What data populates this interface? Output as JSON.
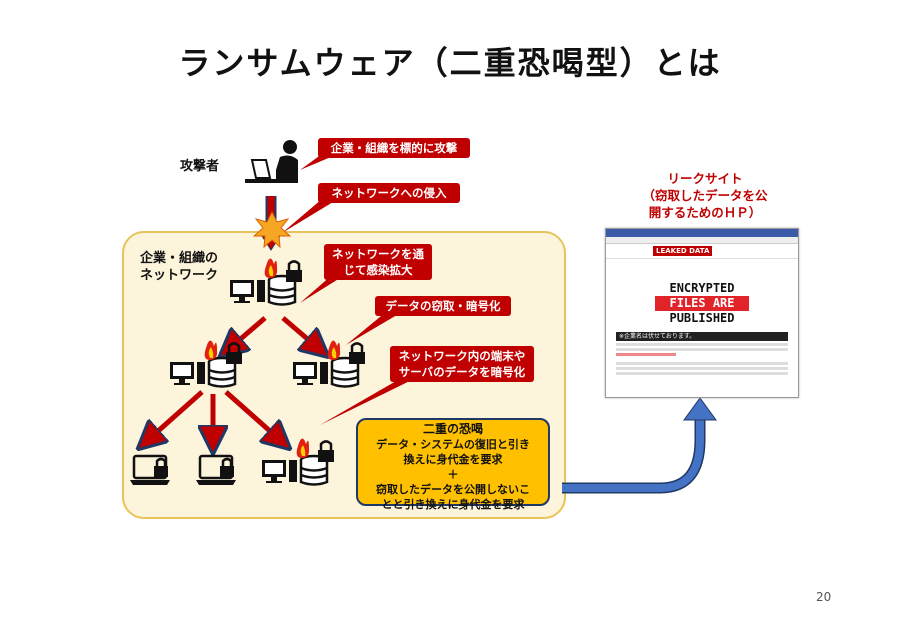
{
  "title": "ランサムウェア（二重恐喝型）とは",
  "attacker_label": "攻撃者",
  "network_label": "企業・組織の\nネットワーク",
  "callouts": [
    "企業・組織を標的に攻撃",
    "ネットワークへの侵入",
    "ネットワークを通\nじて感染拡大",
    "データの窃取・暗号化",
    "ネットワーク内の端末や\nサーバのデータを暗号化"
  ],
  "extortion": {
    "heading": "二重の恐喝",
    "line1": "データ・システムの復旧と引き\n換えに身代金を要求",
    "plus": "＋",
    "line2": "窃取したデータを公開しないこ\nとと引き換えに身代金を要求"
  },
  "leak_site": {
    "label": "リークサイト\n（窃取したデータを公\n開するためのＨＰ）",
    "badge": "LEAKED DATA",
    "hero_line1": "ENCRYPTED",
    "hero_line2": "FILES ARE",
    "hero_line3": "PUBLISHED",
    "notice": "※企業名は伏せております。"
  },
  "page_number": "20",
  "colors": {
    "callout": "#c00000",
    "arrow_red": "#c00000",
    "arrow_blue": "#4472c4",
    "highlight": "#ffc000"
  }
}
